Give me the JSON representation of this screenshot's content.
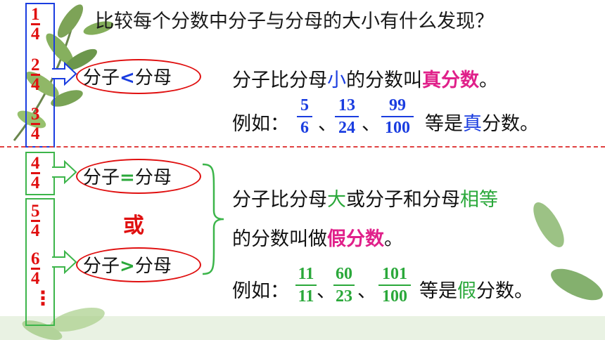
{
  "title": "比较每个分数中分子与分母的大小有什么发现？",
  "left_fractions": [
    {
      "n": "1",
      "d": "4"
    },
    {
      "n": "2",
      "d": "4"
    },
    {
      "n": "3",
      "d": "4"
    },
    {
      "n": "4",
      "d": "4"
    },
    {
      "n": "5",
      "d": "4"
    },
    {
      "n": "6",
      "d": "4"
    }
  ],
  "ellipsis": "⋮",
  "comparisons": {
    "lt": {
      "left": "分子",
      "op": "<",
      "right": "分母"
    },
    "eq": {
      "left": "分子",
      "op": "=",
      "right": "分母"
    },
    "gt": {
      "left": "分子",
      "op": ">",
      "right": "分母"
    }
  },
  "or_label": "或",
  "proper": {
    "def_pre": "分子比分母",
    "def_key": "小",
    "def_mid": "的分数叫",
    "def_term": "真分数",
    "def_end": "。",
    "example_label": "例如：",
    "examples": [
      {
        "n": "5",
        "d": "6"
      },
      {
        "n": "13",
        "d": "24"
      },
      {
        "n": "99",
        "d": "100"
      }
    ],
    "sep": "、",
    "example_suffix_pre": "等是",
    "example_suffix_key": "真",
    "example_suffix_end": "分数。"
  },
  "improper": {
    "line1_pre": "分子比分母",
    "line1_key1": "大",
    "line1_mid": "或分子和分母",
    "line1_key2": "相等",
    "line2_pre": "的分数叫做",
    "line2_term": "假分数",
    "line2_end": "。",
    "example_label": "例如：",
    "examples": [
      {
        "n": "11",
        "d": "11"
      },
      {
        "n": "60",
        "d": "23"
      },
      {
        "n": "101",
        "d": "100"
      }
    ],
    "sep": "、",
    "example_suffix_pre": "等是",
    "example_suffix_key": "假",
    "example_suffix_end": "分数。"
  },
  "colors": {
    "red": "#e01010",
    "blue": "#1a3de0",
    "green": "#2aa83a",
    "pink": "#e0208a"
  }
}
